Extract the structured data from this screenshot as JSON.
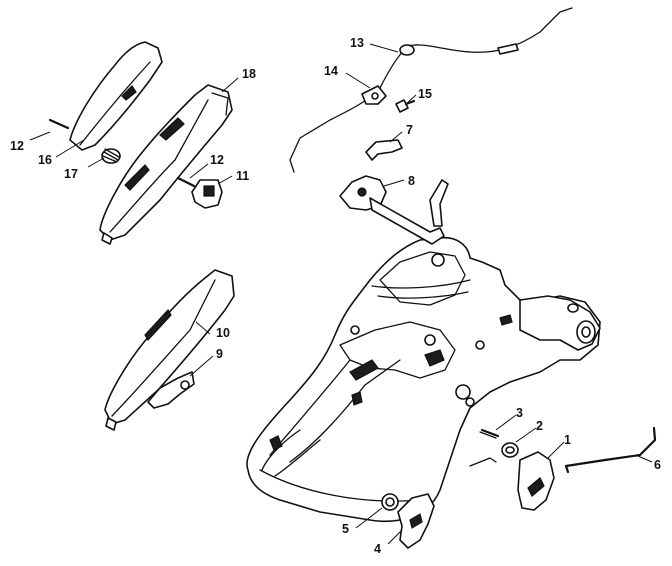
{
  "callouts": [
    {
      "id": "1",
      "label": "1"
    },
    {
      "id": "2",
      "label": "2"
    },
    {
      "id": "3",
      "label": "3"
    },
    {
      "id": "4",
      "label": "4"
    },
    {
      "id": "5",
      "label": "5"
    },
    {
      "id": "6",
      "label": "6"
    },
    {
      "id": "7",
      "label": "7"
    },
    {
      "id": "8",
      "label": "8"
    },
    {
      "id": "9",
      "label": "9"
    },
    {
      "id": "10",
      "label": "10"
    },
    {
      "id": "11",
      "label": "11"
    },
    {
      "id": "12a",
      "label": "12"
    },
    {
      "id": "12b",
      "label": "12"
    },
    {
      "id": "13",
      "label": "13"
    },
    {
      "id": "14",
      "label": "14"
    },
    {
      "id": "15",
      "label": "15"
    },
    {
      "id": "16",
      "label": "16"
    },
    {
      "id": "17",
      "label": "17"
    },
    {
      "id": "18",
      "label": "18"
    }
  ],
  "colors": {
    "line": "#111111",
    "background": "#ffffff"
  }
}
